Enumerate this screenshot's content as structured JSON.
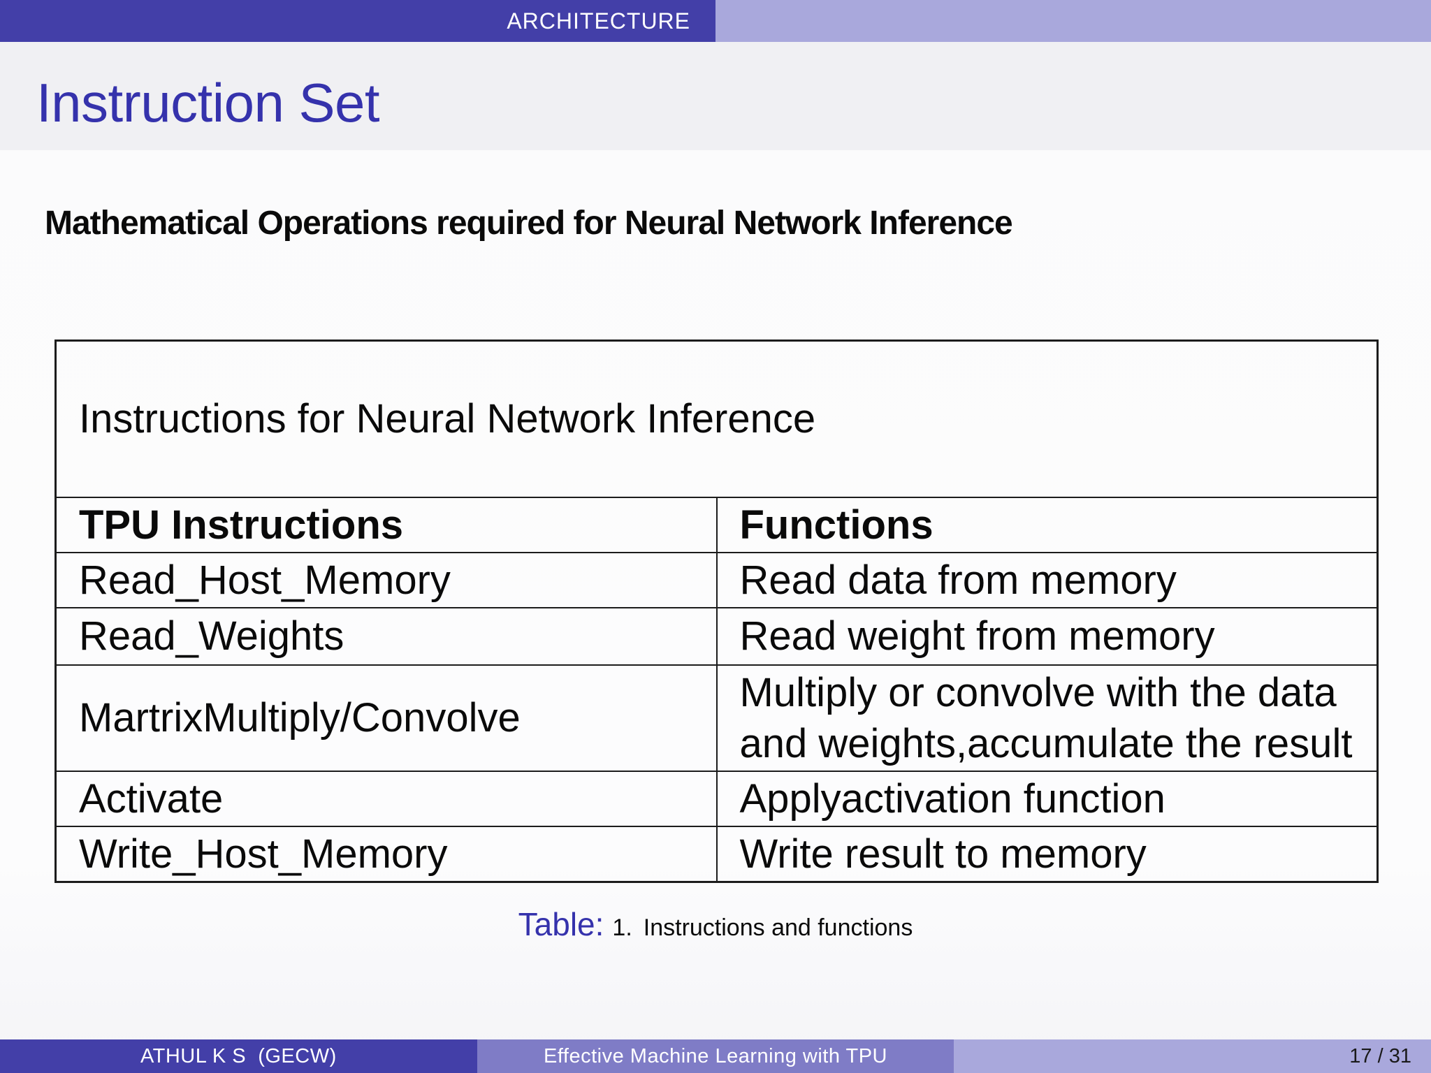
{
  "header": {
    "section_label": "ARCHITECTURE"
  },
  "frame": {
    "title": "Instruction Set"
  },
  "body": {
    "heading": "Mathematical Operations required for Neural Network Inference"
  },
  "table": {
    "title": "Instructions for Neural Network Inference",
    "columns": [
      "TPU Instructions",
      "Functions"
    ],
    "rows": [
      {
        "instruction": "Read_Host_Memory",
        "function": "Read data from memory"
      },
      {
        "instruction": "Read_Weights",
        "function": "Read weight from memory"
      },
      {
        "instruction": "MartrixMultiply/Convolve",
        "function": "Multiply or convolve with the data\nand weights,accumulate the result"
      },
      {
        "instruction": "Activate",
        "function": "Applyactivation function"
      },
      {
        "instruction": "Write_Host_Memory",
        "function": "Write result to memory"
      }
    ],
    "caption_label": "Table:",
    "caption_number": "1.",
    "caption_text": "Instructions and functions"
  },
  "footer": {
    "author": "ATHUL K S  (GECW)",
    "deck_title": "Effective Machine Learning with TPU",
    "page": "17 / 31"
  },
  "colors": {
    "accent_dark": "#433fa8",
    "accent_medium": "#7f7cc6",
    "accent_light": "#a9a8dc",
    "structure_blue": "#3532ac",
    "titleband_gray": "#f0f0f3"
  }
}
